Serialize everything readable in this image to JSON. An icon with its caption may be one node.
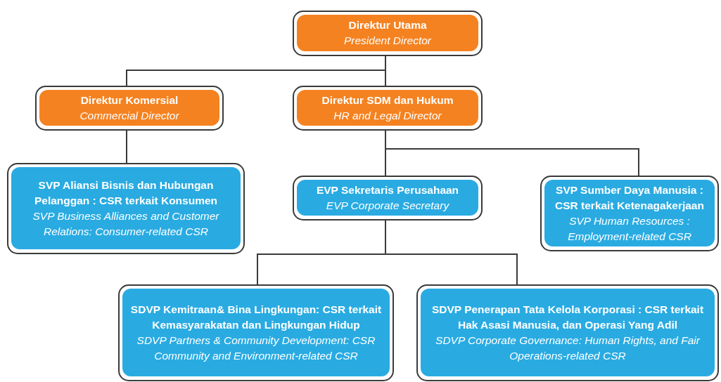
{
  "diagram": {
    "nodes": [
      {
        "text": [
          "Direktur Utama",
          "President Director"
        ]
      },
      {
        "text": [
          "Direktur Komersial",
          "Commercial Director"
        ]
      },
      {
        "text": [
          "Direktur SDM dan Hukum",
          "HR and Legal Director"
        ]
      },
      {
        "text": [
          "SVP Aliansi Bisnis dan Hubungan Pelanggan : CSR terkait Konsumen",
          "SVP Business Alliances and Customer Relations: Consumer-related CSR"
        ]
      },
      {
        "text": [
          "EVP Sekretaris Perusahaan",
          "EVP Corporate Secretary"
        ]
      },
      {
        "text": [
          "SVP Sumber Daya Manusia : CSR terkait Ketenagakerjaan",
          "SVP Human Resources : Employment-related CSR"
        ]
      },
      {
        "text": [
          "SDVP Kemitraan& Bina Lingkungan: CSR terkait Kemasyarakatan dan Lingkungan Hidup",
          "SDVP Partners & Community Development: CSR Community and Environment-related CSR"
        ]
      },
      {
        "text": [
          "SDVP Penerapan Tata Kelola Korporasi : CSR terkait Hak Asasi Manusia, dan Operasi Yang Adil",
          "SDVP Corporate Governance: Human Rights, and Fair Operations-related CSR"
        ]
      }
    ],
    "edges": [
      {
        "from": 0,
        "to": 1,
        "arrow": "none"
      },
      {
        "from": 0,
        "to": 2,
        "arrow": "none"
      },
      {
        "from": 1,
        "to": 3,
        "arrow": "none"
      },
      {
        "from": 2,
        "to": 4,
        "arrow": "none"
      },
      {
        "from": 2,
        "to": 5,
        "arrow": "none"
      },
      {
        "from": 4,
        "to": 6,
        "arrow": "none"
      },
      {
        "from": 4,
        "to": 7,
        "arrow": "none"
      }
    ]
  }
}
